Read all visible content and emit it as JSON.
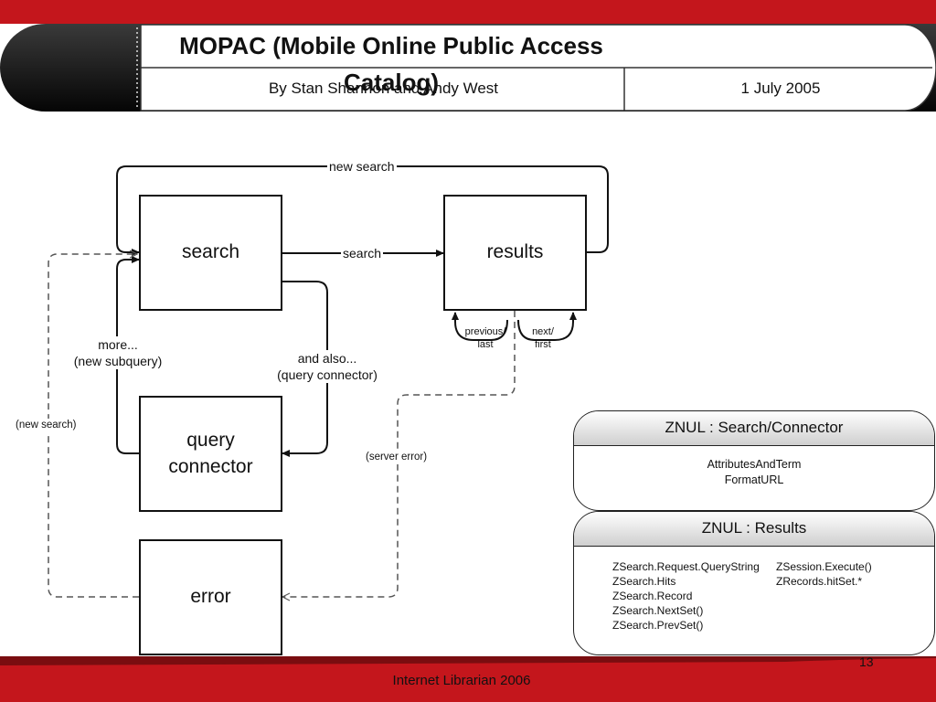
{
  "header": {
    "title": "MOPAC (Mobile Online Public Access Catalog)",
    "authors": "By Stan Shannon and Andy West",
    "date": "1 July 2005"
  },
  "diagram": {
    "boxes": {
      "search": "search",
      "results": "results",
      "query_connector_line1": "query",
      "query_connector_line2": "connector",
      "error": "error"
    },
    "edge_labels": {
      "new_search_top": "new search",
      "search": "search",
      "more_line1": "more...",
      "more_line2": "(new subquery)",
      "and_also_line1": "and also...",
      "and_also_line2": "(query connector)",
      "new_search_left": "(new search)",
      "server_error": "(server error)",
      "previous_line1": "previous/",
      "previous_line2": "last",
      "next_line1": "next/",
      "next_line2": "first"
    }
  },
  "cards": {
    "search_connector": {
      "title": "ZNUL : Search/Connector",
      "items": [
        "AttributesAndTerm",
        "FormatURL"
      ]
    },
    "results": {
      "title": "ZNUL : Results",
      "left_items": [
        "ZSearch.Request.QueryString",
        "ZSearch.Hits",
        "ZSearch.Record",
        "ZSearch.NextSet()",
        "ZSearch.PrevSet()"
      ],
      "right_items": [
        "ZSession.Execute()",
        "ZRecords.hitSet.*"
      ]
    }
  },
  "footer": {
    "text": "Internet Librarian 2006",
    "page_number": "13"
  },
  "colors": {
    "accent": "#c4161c",
    "tab_dark": "#151515"
  }
}
